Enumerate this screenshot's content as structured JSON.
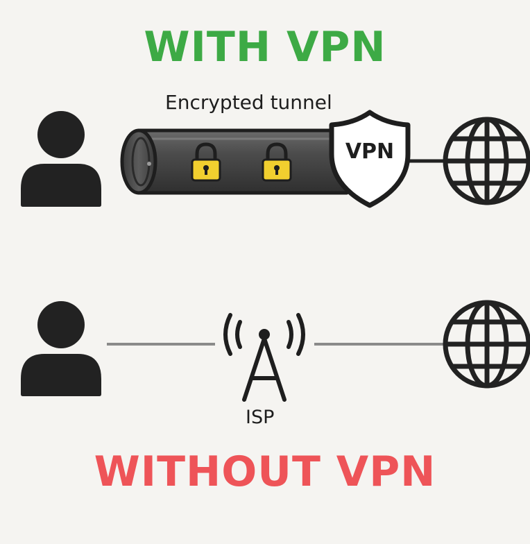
{
  "diagram": {
    "with_vpn": {
      "heading": "WITH VPN",
      "tunnel_label": "Encrypted tunnel",
      "shield_label": "VPN",
      "icons": [
        "user-icon",
        "tunnel-icon",
        "padlock-icon",
        "padlock-icon",
        "shield-icon",
        "globe-icon"
      ]
    },
    "without_vpn": {
      "heading": "WITHOUT VPN",
      "isp_label": "ISP",
      "icons": [
        "user-icon",
        "radio-tower-icon",
        "globe-icon"
      ]
    },
    "colors": {
      "with_vpn_heading": "#3daa45",
      "without_vpn_heading": "#ee5458",
      "icon": "#222222",
      "tunnel_body": "#4a4a4a",
      "padlock": "#f1cf2f",
      "connector_line": "#8a8a8a",
      "background": "#f5f4f1"
    }
  }
}
